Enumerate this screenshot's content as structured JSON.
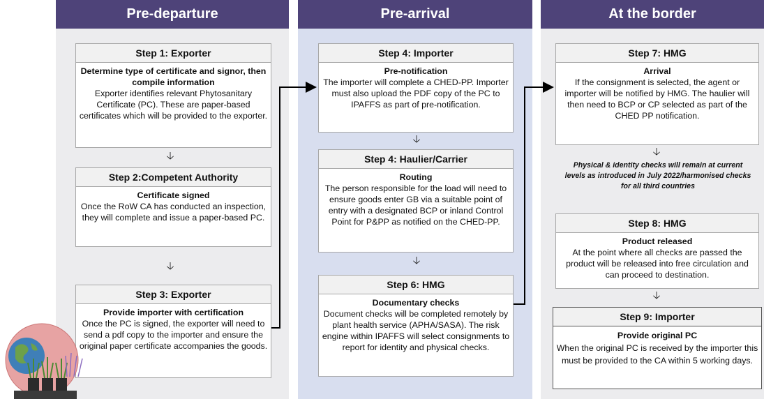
{
  "columns": {
    "pre_departure": {
      "title": "Pre-departure",
      "step1": {
        "title": "Step 1: Exporter",
        "subtitle": "Determine type of certificate and signor, then compile information",
        "text": "Exporter identifies relevant Phytosanitary Certificate (PC). These are paper-based certificates which will be provided to the exporter."
      },
      "step2": {
        "title": "Step 2:Competent Authority",
        "subtitle": "Certificate signed",
        "text": "Once the RoW CA has conducted an inspection, they will complete and issue a paper-based PC."
      },
      "step3": {
        "title": "Step 3: Exporter",
        "subtitle": "Provide importer with certification",
        "text": "Once the PC is signed, the exporter will need to send a pdf copy to the importer and ensure the original paper certificate accompanies the goods."
      }
    },
    "pre_arrival": {
      "title": "Pre-arrival",
      "step4a": {
        "title": "Step 4: Importer",
        "subtitle": "Pre-notification",
        "text": "The importer will complete a CHED-PP. Importer must also upload the PDF copy of the PC to IPAFFS as part of pre-notification."
      },
      "step4b": {
        "title": "Step 4: Haulier/Carrier",
        "subtitle": "Routing",
        "text": "The person responsible for the load will need to ensure goods enter GB via a suitable point of entry with a designated BCP or inland Control Point for P&PP as notified on the CHED-PP."
      },
      "step6": {
        "title": "Step 6: HMG",
        "subtitle": "Documentary checks",
        "text": "Document checks will be completed remotely by plant health service (APHA/SASA). The risk engine within IPAFFS will select consignments to report for identity and physical checks."
      }
    },
    "at_border": {
      "title": "At the border",
      "step7": {
        "title": "Step 7: HMG",
        "subtitle": "Arrival",
        "text": "If the consignment is selected, the agent or importer will be notified by HMG. The haulier will then need to BCP or CP selected as part of the CHED PP notification."
      },
      "note": "Physical & identity checks will remain at current levels as introduced in July 2022/harmonised checks for all third countries",
      "step8": {
        "title": "Step 8: HMG",
        "subtitle": "Product released",
        "text": "At the point where all checks are passed the product will be released into free circulation and can proceed to destination."
      },
      "step9": {
        "title": "Step 9: Importer",
        "subtitle": "Provide original PC",
        "text": "When the original PC is received by the importer this must be provided to the CA within 5 working days."
      }
    }
  },
  "arrow_glyph": "🡣",
  "colors": {
    "header_bg": "#4e4379",
    "pre_arrival_bg": "#d8deef",
    "column_bg": "#ececee"
  },
  "icons": [
    "down-arrow-icon",
    "connector-arrow-icon",
    "globe-plant-illustration"
  ]
}
